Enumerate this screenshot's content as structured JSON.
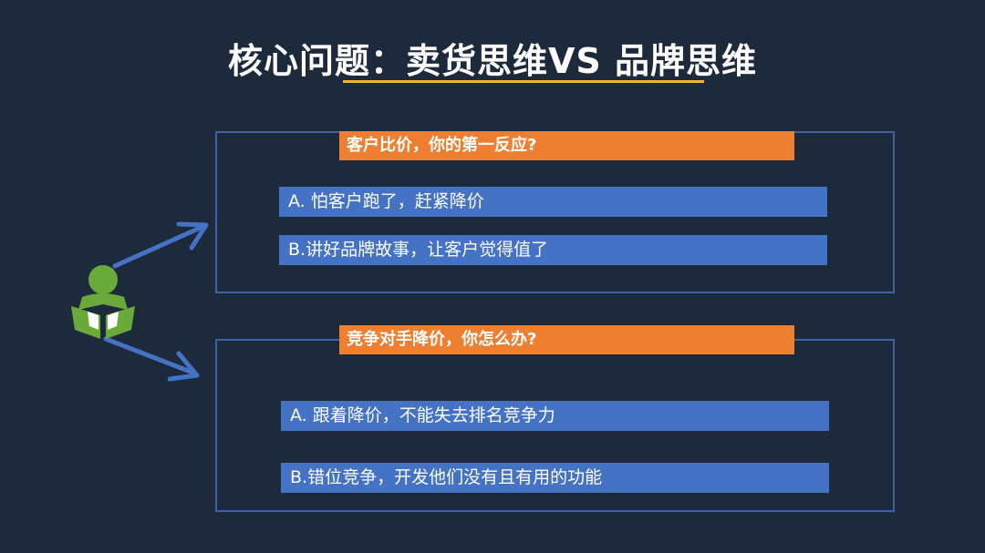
{
  "title": "核心问题：卖货思维VS 品牌思维",
  "colors": {
    "background": "#1d2a3c",
    "accent_underline": "#f0b52a",
    "question_bg": "#ee7f30",
    "option_bg": "#4472c4",
    "panel_border": "#3d62a8",
    "figure_green": "#6aaa3a",
    "arrow_blue": "#4472c4"
  },
  "icons": [
    "reader-person-icon",
    "arrow-up-right-icon",
    "arrow-down-right-icon"
  ],
  "sections": [
    {
      "question": "客户比价，你的第一反应?",
      "options": [
        "A. 怕客户跑了，赶紧降价",
        "B.讲好品牌故事，让客户觉得值了"
      ]
    },
    {
      "question": "竞争对手降价，你怎么办?",
      "options": [
        "A. 跟着降价，不能失去排名竞争力",
        "B.错位竞争，开发他们没有且有用的功能"
      ]
    }
  ]
}
